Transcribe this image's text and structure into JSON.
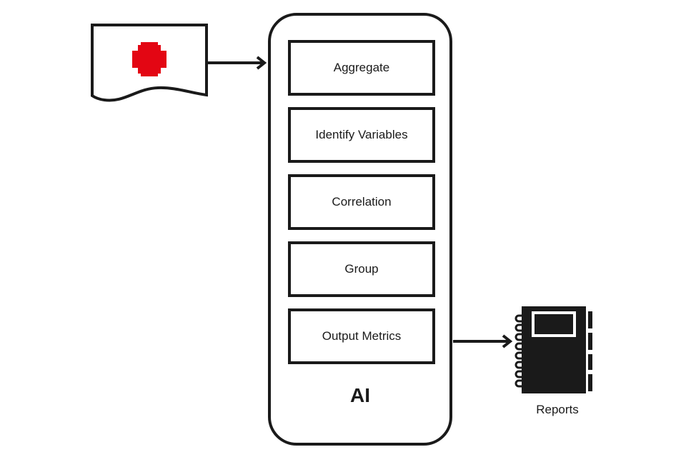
{
  "input": {
    "icon": "medical-document-icon",
    "cross_color": "#e30613"
  },
  "ai_block": {
    "label": "AI",
    "steps": [
      "Aggregate",
      "Identify Variables",
      "Correlation",
      "Group",
      "Output Metrics"
    ]
  },
  "output": {
    "icon": "notebook-icon",
    "label": "Reports"
  },
  "colors": {
    "stroke": "#1a1a1a",
    "background": "#ffffff",
    "accent": "#e30613"
  }
}
